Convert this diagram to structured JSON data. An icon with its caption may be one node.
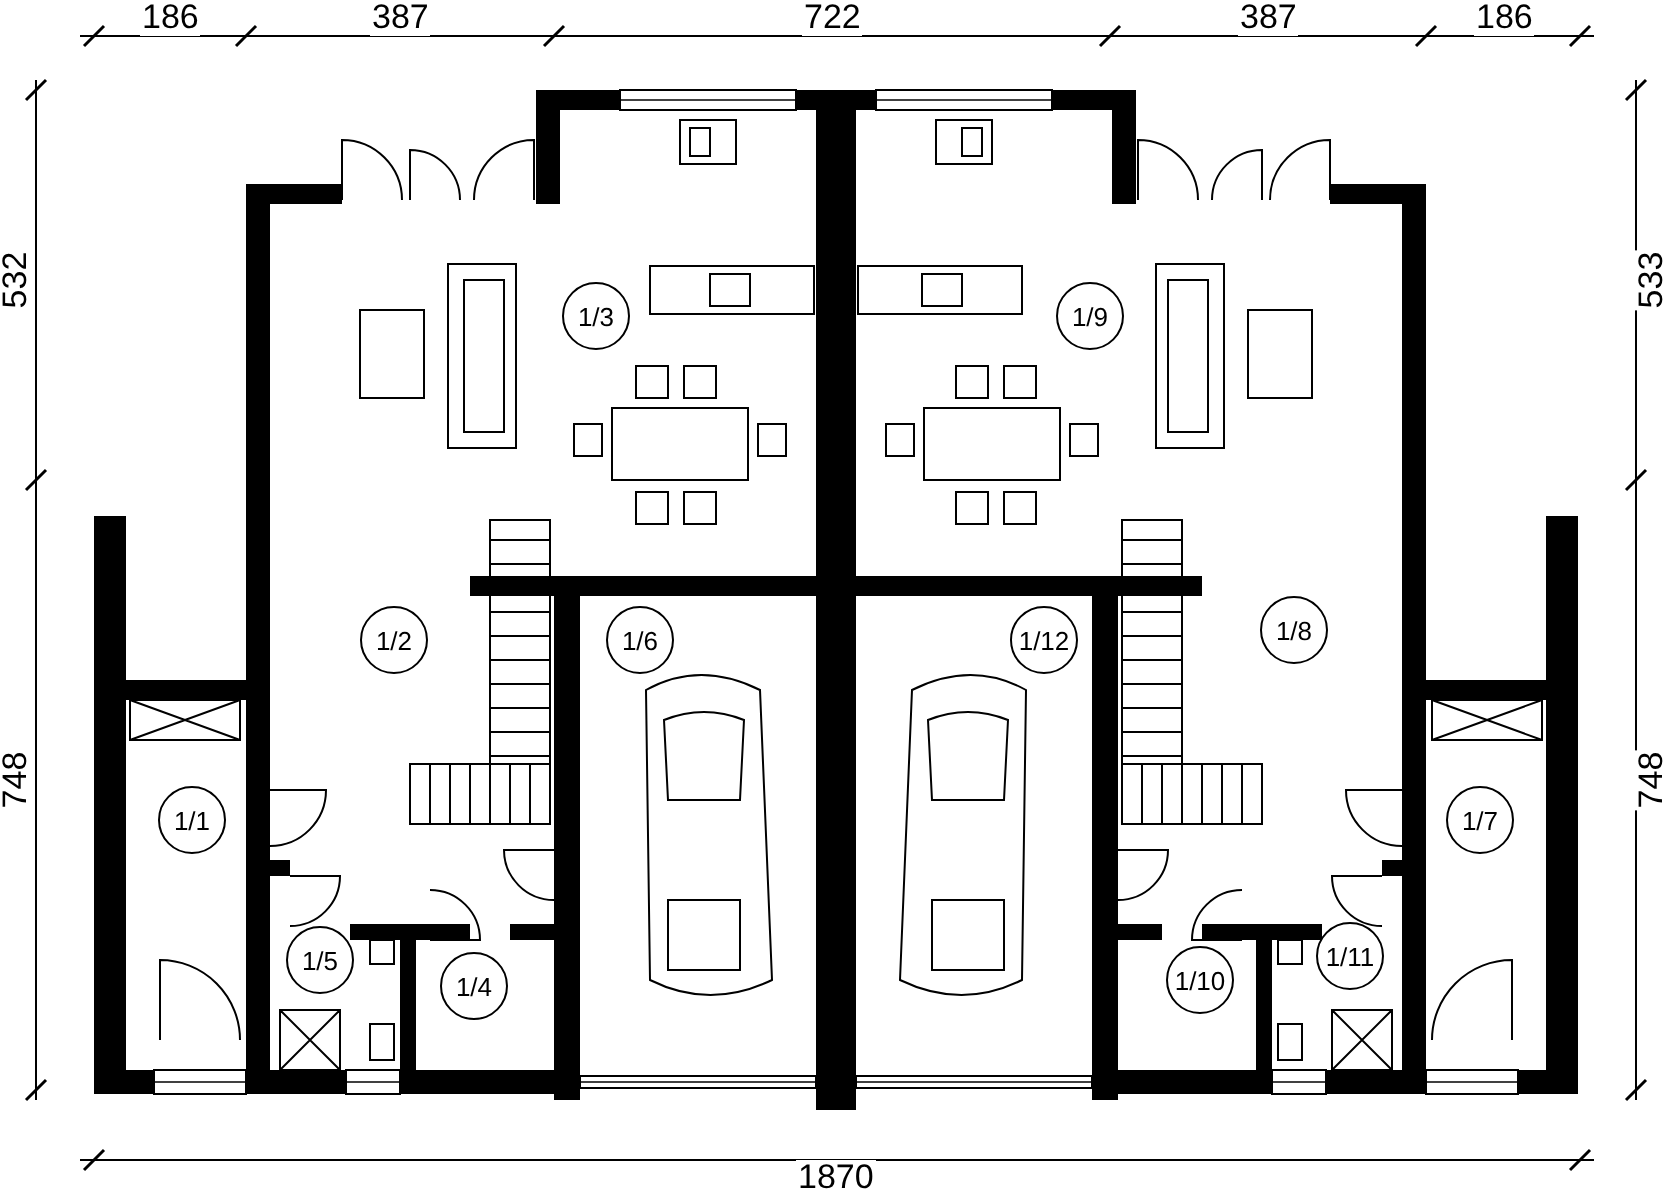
{
  "diagram": {
    "nodes": [
      {
        "text": [
          "1/3"
        ]
      },
      {
        "text": [
          "1/9"
        ]
      },
      {
        "text": [
          "1/2"
        ]
      },
      {
        "text": [
          "1/6"
        ]
      },
      {
        "text": [
          "1/12"
        ]
      },
      {
        "text": [
          "1/8"
        ]
      },
      {
        "text": [
          "1/1"
        ]
      },
      {
        "text": [
          "1/7"
        ]
      },
      {
        "text": [
          "1/5"
        ]
      },
      {
        "text": [
          "1/4"
        ]
      },
      {
        "text": [
          "1/10"
        ]
      },
      {
        "text": [
          "1/11"
        ]
      }
    ],
    "labels": [
      "186",
      "387",
      "722",
      "387",
      "186",
      "532",
      "533",
      "748",
      "748",
      "1870"
    ]
  }
}
